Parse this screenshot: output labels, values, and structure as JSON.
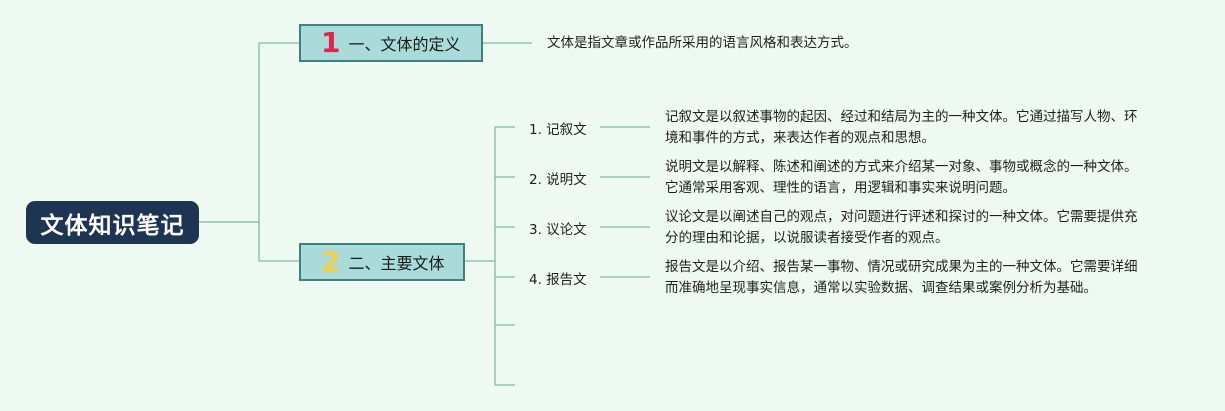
{
  "root": {
    "title": "文体知识笔记"
  },
  "branches": [
    {
      "number": "1",
      "title": "一、文体的定义",
      "number_color": "#e0244a"
    },
    {
      "number": "2",
      "title": "二、主要文体",
      "number_color": "#f2cf45"
    }
  ],
  "definition": "文体是指文章或作品所采用的语言风格和表达方式。",
  "types": [
    {
      "label": "1. 记叙文",
      "line1": "记叙文是以叙述事物的起因、经过和结局为主的一种文体。它通过描写人物、环",
      "line2": "境和事件的方式，来表达作者的观点和思想。"
    },
    {
      "label": "2. 说明文",
      "line1": "说明文是以解释、陈述和阐述的方式来介绍某一对象、事物或概念的一种文体。",
      "line2": "它通常采用客观、理性的语言，用逻辑和事实来说明问题。"
    },
    {
      "label": "3. 议论文",
      "line1": "议论文是以阐述自己的观点，对问题进行评述和探讨的一种文体。它需要提供充",
      "line2": "分的理由和论据，以说服读者接受作者的观点。"
    },
    {
      "label": "4. 报告文",
      "line1": "报告文是以介绍、报告某一事物、情况或研究成果为主的一种文体。它需要详细",
      "line2": "而准确地呈现事实信息，通常以实验数据、调查结果或案例分析为基础。"
    }
  ],
  "colors": {
    "background": "#eef9f1",
    "root_fill": "#1e3453",
    "branch_fill": "#a8dbd9",
    "branch_border": "#3f7f7d",
    "connector": "#7fb9a6"
  }
}
